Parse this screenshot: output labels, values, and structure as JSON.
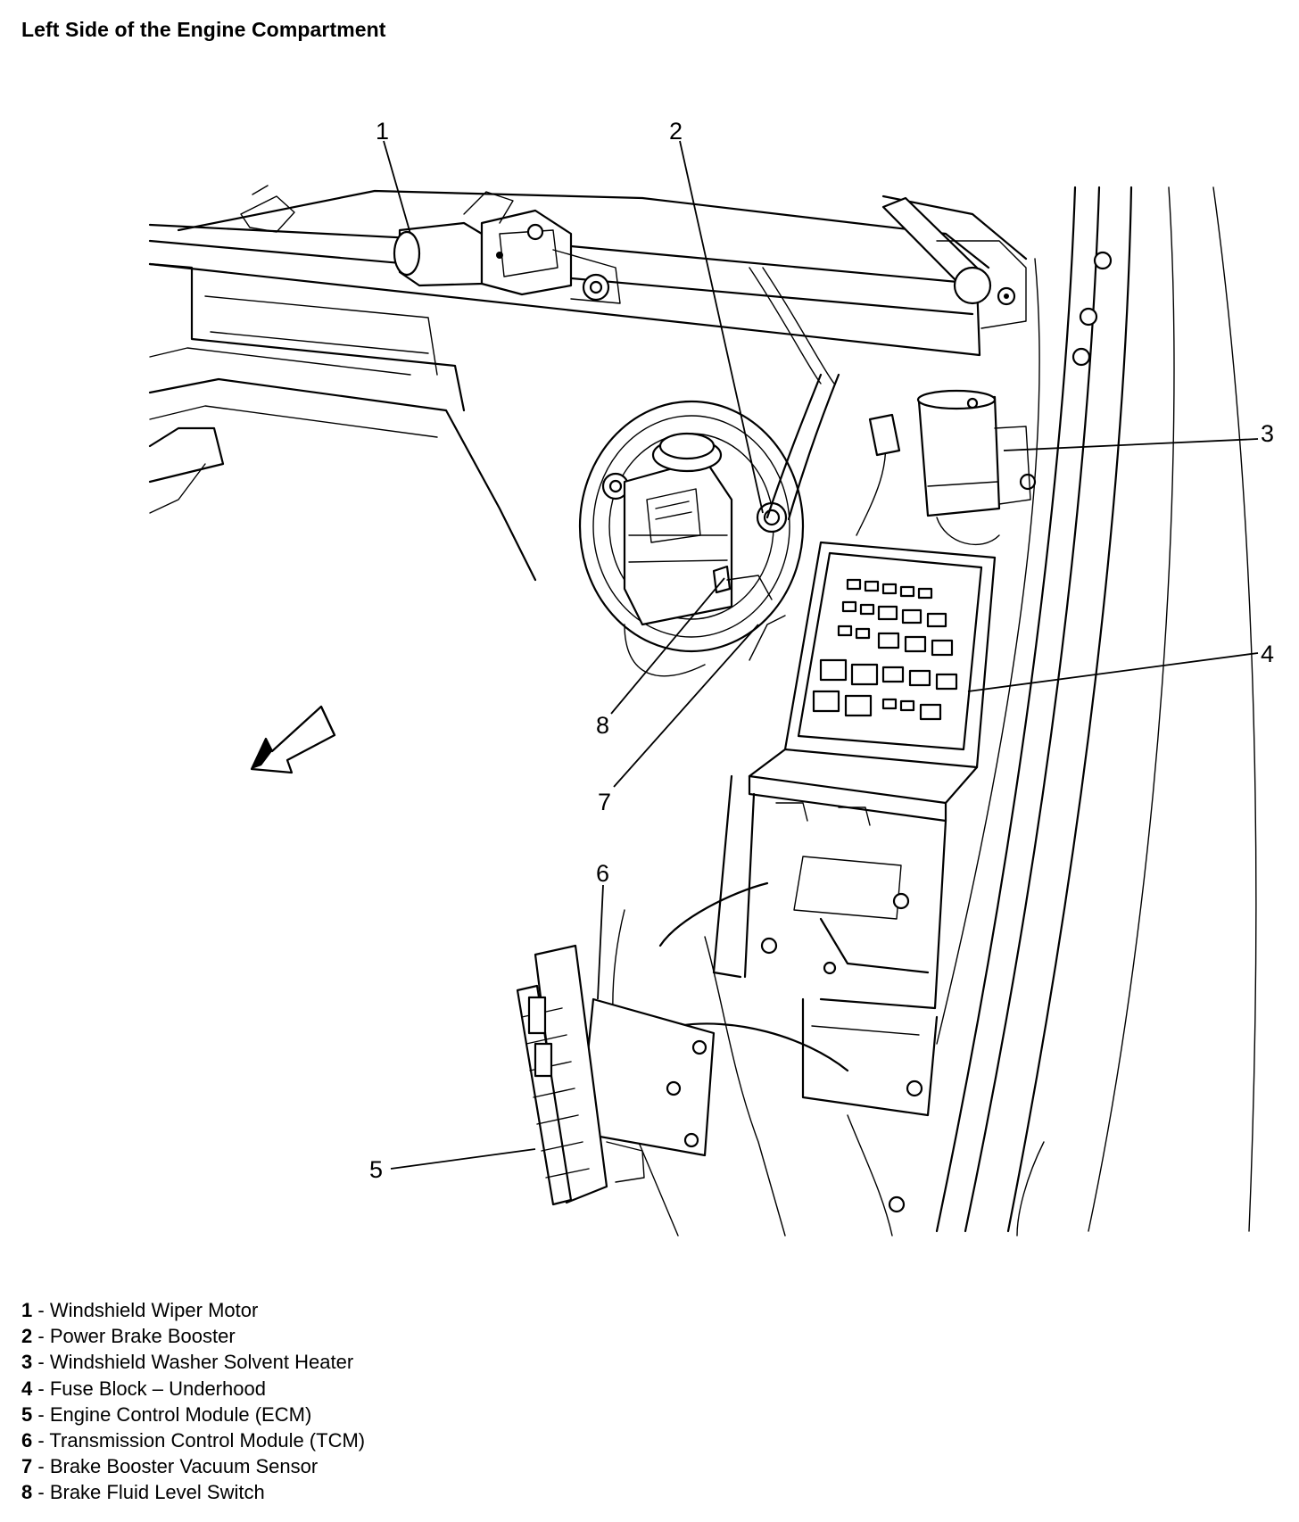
{
  "title": "Left Side of the Engine Compartment",
  "callouts": [
    {
      "number": "1",
      "name": "Windshield Wiper Motor"
    },
    {
      "number": "2",
      "name": "Power Brake Booster"
    },
    {
      "number": "3",
      "name": "Windshield Washer Solvent Heater"
    },
    {
      "number": "4",
      "name": "Fuse Block – Underhood"
    },
    {
      "number": "5",
      "name": "Engine Control Module (ECM)"
    },
    {
      "number": "6",
      "name": "Transmission Control Module (TCM)"
    },
    {
      "number": "7",
      "name": "Brake Booster Vacuum Sensor"
    },
    {
      "number": "8",
      "name": "Brake Fluid Level Switch"
    }
  ],
  "legend_separator": " - ",
  "colors": {
    "ink": "#000000",
    "background": "#ffffff"
  },
  "icons": {
    "direction_arrow": "forward-arrow-icon"
  }
}
